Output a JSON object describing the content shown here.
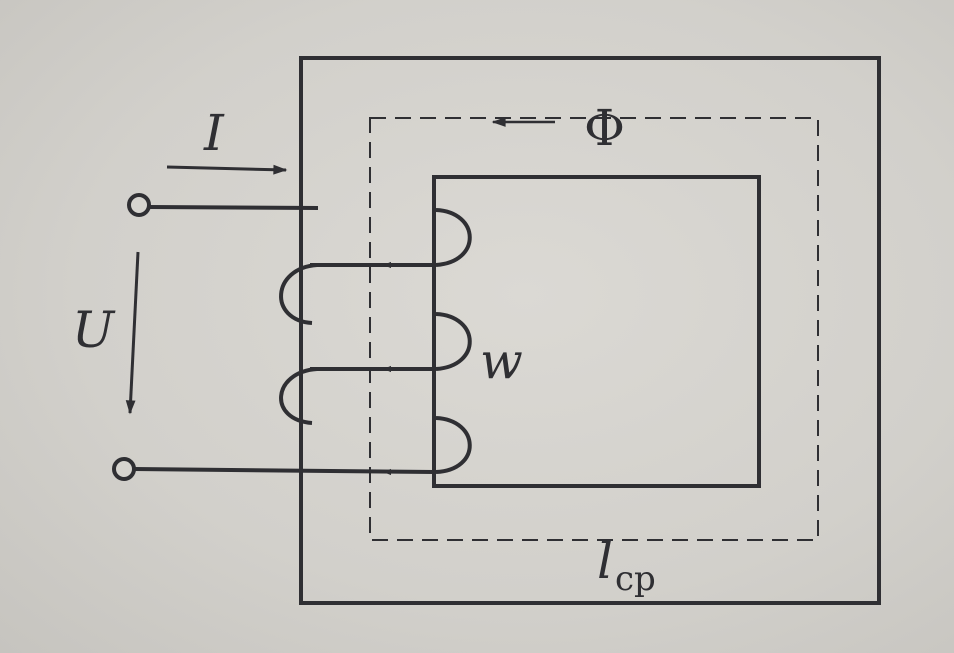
{
  "labels": {
    "current": "I",
    "voltage": "U",
    "flux": "Φ",
    "turns": "w",
    "mean_length_symbol": "l",
    "mean_length_subscript": "cp"
  },
  "colors": {
    "background": "#d3d1cc",
    "ink": "#2f2f33"
  }
}
